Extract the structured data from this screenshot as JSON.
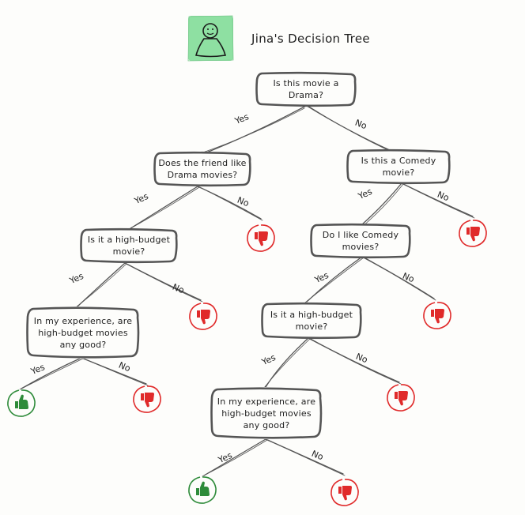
{
  "title": "Jina's Decision Tree",
  "colors": {
    "accent": "#8ee0a2",
    "no": "#e02a2a",
    "yes": "#2e8b3a",
    "stroke": "#555555"
  },
  "icons": {
    "avatar": "person-icon",
    "yes": "thumbs-up-icon",
    "no": "thumbs-down-icon"
  },
  "nodes": {
    "root": "Is this movie a Drama?",
    "friend_drama": "Does the friend like Drama movies?",
    "comedy": "Is this a Comedy movie?",
    "budget_left": "Is it a high-budget movie?",
    "like_comedy": "Do I like Comedy movies?",
    "experience_left": "In my experience, are high-budget movies any good?",
    "budget_right": "Is it a high-budget movie?",
    "experience_right": "In my experience, are high-budget movies any good?"
  },
  "edges": {
    "yes": "Yes",
    "no": "No"
  }
}
